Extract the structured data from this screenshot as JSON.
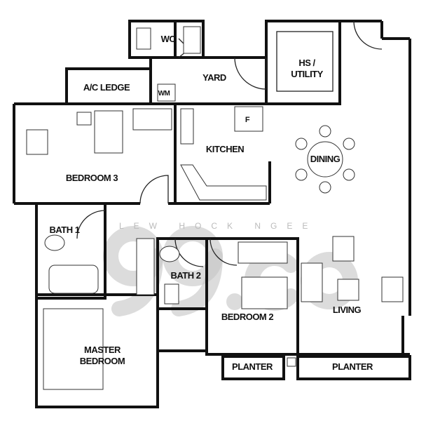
{
  "rooms": {
    "wc": "WC",
    "yard": "YARD",
    "ac_ledge": "A/C LEDGE",
    "wm": "WM",
    "hs_utility_1": "HS /",
    "hs_utility_2": "UTILITY",
    "fridge": "F",
    "dining": "DINING",
    "kitchen": "KITCHEN",
    "bedroom3": "BEDROOM 3",
    "bath1": "BATH 1",
    "bath2": "BATH 2",
    "bedroom2": "BEDROOM 2",
    "living": "LIVING",
    "master_1": "MASTER",
    "master_2": "BEDROOM",
    "planter_1": "PLANTER",
    "planter_2": "PLANTER"
  },
  "watermark": {
    "logo": "99.co",
    "developer": "LEW HOCK NGEE"
  }
}
